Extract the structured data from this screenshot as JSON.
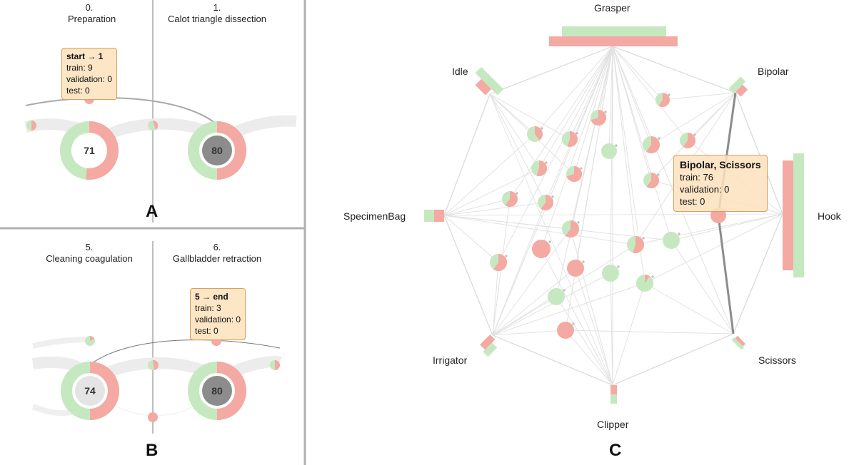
{
  "panels": {
    "a": {
      "label": "A",
      "phases": [
        {
          "index": "0.",
          "name": "Preparation"
        },
        {
          "index": "1.",
          "name": "Calot triangle dissection"
        }
      ],
      "tooltip": {
        "title": "start → 1",
        "train": "train: 9",
        "validation": "validation: 0",
        "test": "test: 0"
      },
      "donuts": [
        {
          "value": "71"
        },
        {
          "value": "80"
        }
      ]
    },
    "b": {
      "label": "B",
      "phases": [
        {
          "index": "5.",
          "name": "Cleaning coagulation"
        },
        {
          "index": "6.",
          "name": "Gallbladder retraction"
        }
      ],
      "tooltip": {
        "title": "5 → end",
        "train": "train: 3",
        "validation": "validation: 0",
        "test": "test: 0"
      },
      "donuts": [
        {
          "value": "74"
        },
        {
          "value": "80"
        }
      ]
    },
    "c": {
      "label": "C",
      "instruments": [
        "Grasper",
        "Bipolar",
        "Hook",
        "Scissors",
        "Clipper",
        "Irrigator",
        "SpecimenBag",
        "Idle"
      ],
      "tooltip": {
        "title": "Bipolar, Scissors",
        "train": "train: 76",
        "validation": "validation: 0",
        "test": "test: 0"
      }
    }
  },
  "colors": {
    "train": "#f4a9a2",
    "validation": "#c6e8c0",
    "highlight": "#8c8c8c",
    "tooltip_bg": "#fde6c6"
  }
}
